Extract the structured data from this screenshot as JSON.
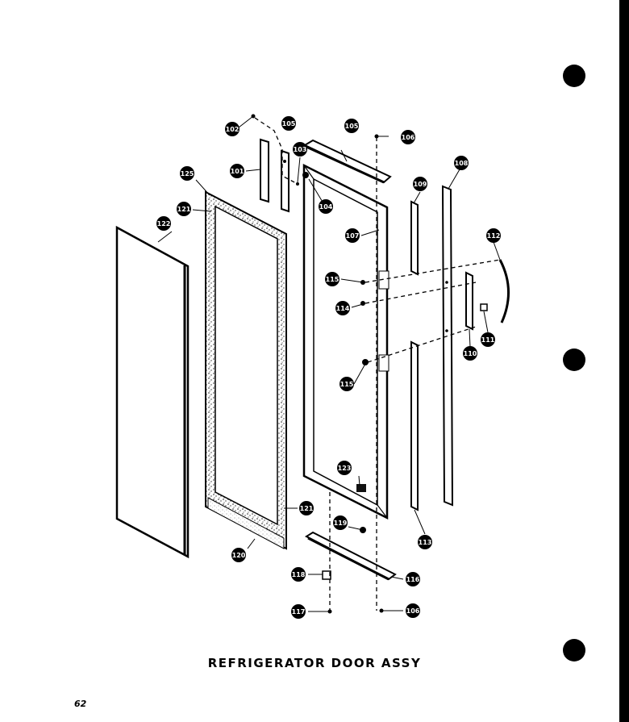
{
  "caption": "REFRIGERATOR DOOR ASSY",
  "page_number": "62",
  "callouts": [
    {
      "id": "c102",
      "label": "102"
    },
    {
      "id": "c105a",
      "label": "105"
    },
    {
      "id": "c105b",
      "label": "105"
    },
    {
      "id": "c106a",
      "label": "106"
    },
    {
      "id": "c101",
      "label": "101"
    },
    {
      "id": "c103",
      "label": "103"
    },
    {
      "id": "c104",
      "label": "104"
    },
    {
      "id": "c109",
      "label": "109"
    },
    {
      "id": "c108",
      "label": "108"
    },
    {
      "id": "c125",
      "label": "125"
    },
    {
      "id": "c121a",
      "label": "121"
    },
    {
      "id": "c122",
      "label": "122"
    },
    {
      "id": "c107",
      "label": "107"
    },
    {
      "id": "c112",
      "label": "112"
    },
    {
      "id": "c115a",
      "label": "115"
    },
    {
      "id": "c114",
      "label": "114"
    },
    {
      "id": "c110",
      "label": "110"
    },
    {
      "id": "c111",
      "label": "111"
    },
    {
      "id": "c115b",
      "label": "115"
    },
    {
      "id": "c123",
      "label": "123"
    },
    {
      "id": "c121b",
      "label": "121"
    },
    {
      "id": "c119",
      "label": "119"
    },
    {
      "id": "c113",
      "label": "113"
    },
    {
      "id": "c120",
      "label": "120"
    },
    {
      "id": "c118",
      "label": "118"
    },
    {
      "id": "c116",
      "label": "116"
    },
    {
      "id": "c117",
      "label": "117"
    },
    {
      "id": "c106b",
      "label": "106"
    }
  ]
}
